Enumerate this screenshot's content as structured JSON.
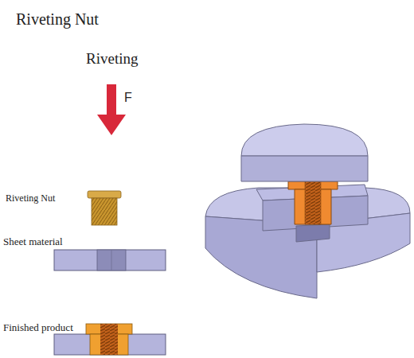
{
  "diagram": {
    "title": "Riveting Nut",
    "labels": [
      "Riveting",
      "F",
      "Riveting Nut",
      "Sheet material",
      "Finished product"
    ]
  }
}
